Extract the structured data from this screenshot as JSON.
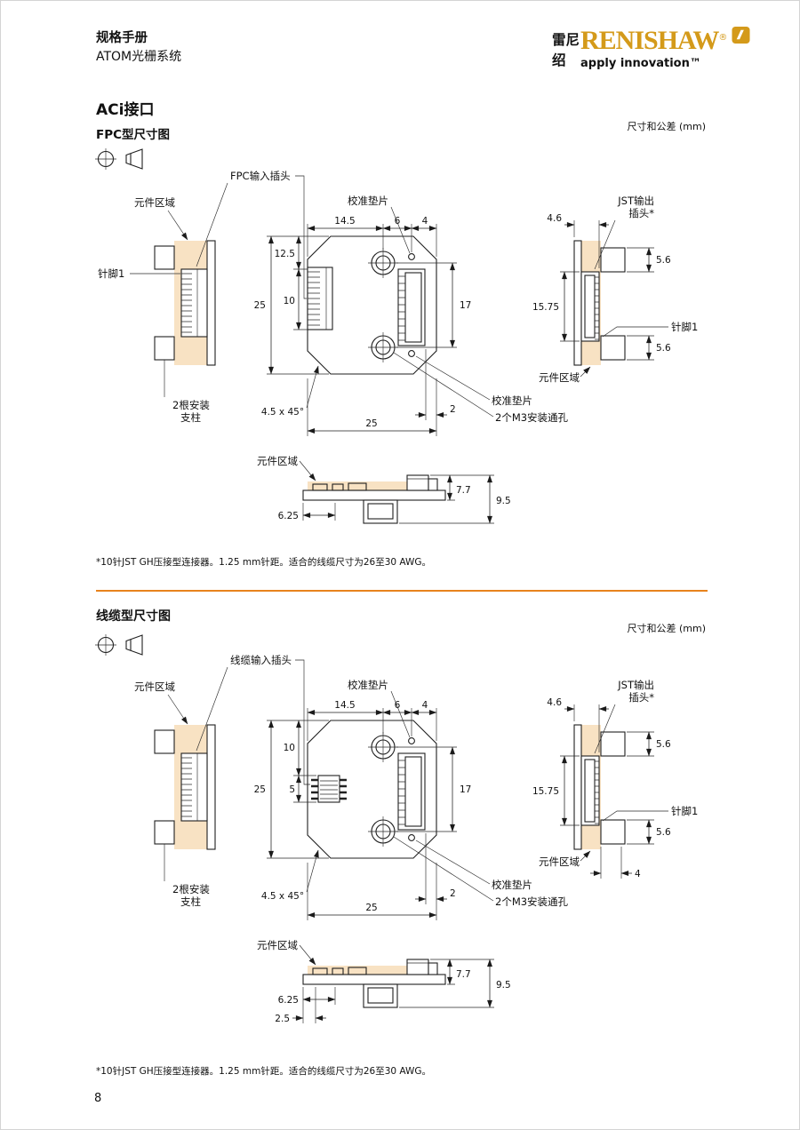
{
  "colors": {
    "accent_orange": "#e8831d",
    "component_area_fill": "#f8e2c3",
    "brand_gold": "#d49a1a"
  },
  "header": {
    "doc_type": "规格手册",
    "product": "ATOM光栅系统",
    "brand_cn_line1": "雷尼",
    "brand_cn_line2": "绍",
    "brand": "RENISHAW",
    "reg_mark": "®",
    "tagline": "apply innovation™"
  },
  "sections": {
    "fpc": {
      "title": "ACi接口",
      "subtitle": "FPC型尺寸图",
      "units": "尺寸和公差 (mm)",
      "labels": {
        "input": "FPC输入插头",
        "area": "元件区域",
        "pin1": "针脚1",
        "posts_l1": "2根安装",
        "posts_l2": "支柱",
        "spacer": "校准垫片",
        "jst_l1": "JST输出",
        "jst_l2": "插头*",
        "m3": "2个M3安装通孔"
      },
      "dims": {
        "w14_5": "14.5",
        "w6": "6",
        "w4": "4",
        "v12_5": "12.5",
        "v10": "10",
        "v25": "25",
        "v17": "17",
        "cham": "4.5 x 45°",
        "g2": "2",
        "b25": "25",
        "r4_6": "4.6",
        "r5_6a": "5.6",
        "r15_75": "15.75",
        "r5_6b": "5.6",
        "p7_7": "7.7",
        "p9_5": "9.5",
        "p6_25": "6.25"
      },
      "footnote": "*10针JST GH压接型连接器。1.25 mm针距。适合的线缆尺寸为26至30 AWG。"
    },
    "cable": {
      "subtitle": "线缆型尺寸图",
      "units": "尺寸和公差 (mm)",
      "labels": {
        "input": "线缆输入插头",
        "area": "元件区域",
        "pin1": "针脚1",
        "posts_l1": "2根安装",
        "posts_l2": "支柱",
        "spacer": "校准垫片",
        "jst_l1": "JST输出",
        "jst_l2": "插头*",
        "m3": "2个M3安装通孔"
      },
      "dims": {
        "w14_5": "14.5",
        "w6": "6",
        "w4": "4",
        "v10": "10",
        "v5": "5",
        "v25": "25",
        "v17": "17",
        "cham": "4.5 x 45°",
        "g2": "2",
        "b25": "25",
        "r4_6": "4.6",
        "r5_6a": "5.6",
        "r15_75": "15.75",
        "r5_6b": "5.6",
        "r4": "4",
        "p7_7": "7.7",
        "p9_5": "9.5",
        "p6_25": "6.25",
        "p2_5": "2.5"
      },
      "footnote": "*10针JST GH压接型连接器。1.25 mm针距。适合的线缆尺寸为26至30 AWG。"
    }
  },
  "footer": {
    "page": "8"
  }
}
